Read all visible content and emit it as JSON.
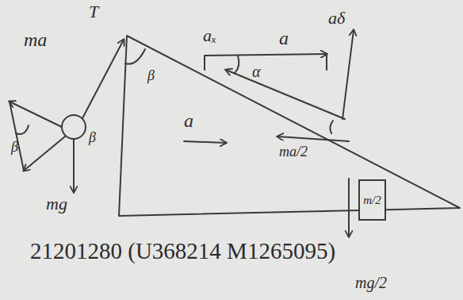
{
  "diagram": {
    "caption": "21201280 (U368214 M1265095)",
    "nodes": [
      {
        "text": [
          "m/2"
        ]
      }
    ],
    "labels": [
      "T",
      "ma",
      "β",
      "β",
      "β",
      "mg",
      "a",
      "aₓ",
      "a",
      "α",
      "aδ",
      "ma/2",
      "mg/2"
    ]
  }
}
